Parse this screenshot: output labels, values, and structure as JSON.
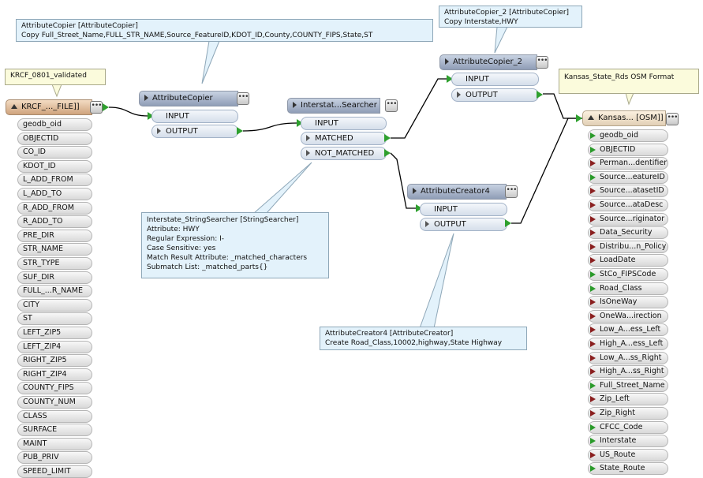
{
  "annotations": {
    "reader_note": "KRCF_0801_validated",
    "copier_note_title": "AttributeCopier [AttributeCopier]",
    "copier_note_body": "Copy Full_Street_Name,FULL_STR_NAME,Source_FeatureID,KDOT_ID,County,COUNTY_FIPS,State,ST",
    "copier2_note_title": "AttributeCopier_2 [AttributeCopier]",
    "copier2_note_body": "Copy Interstate,HWY",
    "writer_note": "Kansas_State_Rds OSM Format",
    "searcher_note": [
      "Interstate_StringSearcher [StringSearcher]",
      "Attribute: HWY",
      "Regular Expression: I-",
      "Case Sensitive: yes",
      "Match Result Attribute: _matched_characters",
      "Submatch List: _matched_parts{}"
    ],
    "creator_note_title": "AttributeCreator4 [AttributeCreator]",
    "creator_note_body": "Create Road_Class,10002,highway,State Highway"
  },
  "reader": {
    "title": "KRCF_..._FILE]]",
    "attributes": [
      "geodb_oid",
      "OBJECTID",
      "CO_ID",
      "KDOT_ID",
      "L_ADD_FROM",
      "L_ADD_TO",
      "R_ADD_FROM",
      "R_ADD_TO",
      "PRE_DIR",
      "STR_NAME",
      "STR_TYPE",
      "SUF_DIR",
      "FULL_...R_NAME",
      "CITY",
      "ST",
      "LEFT_ZIP5",
      "LEFT_ZIP4",
      "RIGHT_ZIP5",
      "RIGHT_ZIP4",
      "COUNTY_FIPS",
      "COUNTY_NUM",
      "CLASS",
      "SURFACE",
      "MAINT",
      "PUB_PRIV",
      "SPEED_LIMIT"
    ]
  },
  "copier": {
    "title": "AttributeCopier",
    "input": "INPUT",
    "output": "OUTPUT"
  },
  "searcher": {
    "title": "Interstat...Searcher",
    "input": "INPUT",
    "matched": "MATCHED",
    "not_matched": "NOT_MATCHED"
  },
  "copier2": {
    "title": "AttributeCopier_2",
    "input": "INPUT",
    "output": "OUTPUT"
  },
  "creator": {
    "title": "AttributeCreator4",
    "input": "INPUT",
    "output": "OUTPUT"
  },
  "writer": {
    "title": "Kansas... [OSM]]",
    "attributes": [
      {
        "name": "geodb_oid",
        "mark": "green"
      },
      {
        "name": "OBJECTID",
        "mark": "green"
      },
      {
        "name": "Perman...dentifier",
        "mark": "red"
      },
      {
        "name": "Source...eatureID",
        "mark": "green"
      },
      {
        "name": "Source...atasetID",
        "mark": "red"
      },
      {
        "name": "Source...ataDesc",
        "mark": "red"
      },
      {
        "name": "Source...riginator",
        "mark": "red"
      },
      {
        "name": "Data_Security",
        "mark": "red"
      },
      {
        "name": "Distribu...n_Policy",
        "mark": "red"
      },
      {
        "name": "LoadDate",
        "mark": "red"
      },
      {
        "name": "StCo_FIPSCode",
        "mark": "green"
      },
      {
        "name": "Road_Class",
        "mark": "green"
      },
      {
        "name": "IsOneWay",
        "mark": "red"
      },
      {
        "name": "OneWa...irection",
        "mark": "red"
      },
      {
        "name": "Low_A...ess_Left",
        "mark": "red"
      },
      {
        "name": "High_A...ess_Left",
        "mark": "red"
      },
      {
        "name": "Low_A...ss_Right",
        "mark": "red"
      },
      {
        "name": "High_A...ss_Right",
        "mark": "red"
      },
      {
        "name": "Full_Street_Name",
        "mark": "green"
      },
      {
        "name": "Zip_Left",
        "mark": "red"
      },
      {
        "name": "Zip_Right",
        "mark": "red"
      },
      {
        "name": "CFCC_Code",
        "mark": "green"
      },
      {
        "name": "Interstate",
        "mark": "green"
      },
      {
        "name": "US_Route",
        "mark": "red"
      },
      {
        "name": "State_Route",
        "mark": "green"
      }
    ]
  },
  "colors": {
    "link": "#000000",
    "port_arrow": "#2ea02e",
    "mapped": "#2a9a2a",
    "unmapped": "#8a1f1f"
  },
  "icons": {
    "menu": "ellipsis-icon",
    "expand": "triangle-right-icon",
    "collapse": "triangle-down-icon"
  }
}
